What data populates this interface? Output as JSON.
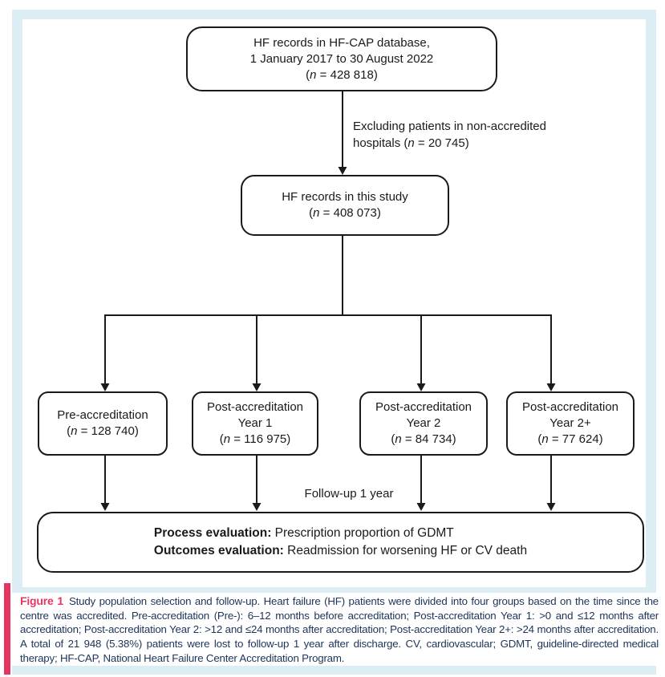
{
  "flowchart": {
    "database_box": {
      "line1": "HF records in HF-CAP database,",
      "line2": "1 January 2017 to 30 August 2022",
      "n_pre": "(",
      "n": "n",
      "n_post": " = 428 818)"
    },
    "exclusion_note": {
      "line1": "Excluding patients in non-accredited",
      "line2_pre": "hospitals (",
      "n": "n",
      "line2_post": " = 20 745)"
    },
    "study_box": {
      "line1": "HF records in this study",
      "n_pre": "(",
      "n": "n",
      "n_post": " = 408 073)"
    },
    "groups": [
      {
        "name": "Pre-accreditation",
        "year": "",
        "n_pre": "(",
        "n": "n",
        "n_post": " = 128 740)"
      },
      {
        "name": "Post-accreditation",
        "year": "Year 1",
        "n_pre": "(",
        "n": "n",
        "n_post": " = 116 975)"
      },
      {
        "name": "Post-accreditation",
        "year": "Year 2",
        "n_pre": "(",
        "n": "n",
        "n_post": " = 84 734)"
      },
      {
        "name": "Post-accreditation",
        "year": "Year 2+",
        "n_pre": "(",
        "n": "n",
        "n_post": " = 77 624)"
      }
    ],
    "followup_label": "Follow-up 1 year",
    "evaluation_box": {
      "process_bold": "Process evaluation:",
      "process_rest": " Prescription proportion of GDMT",
      "outcomes_bold": "Outcomes evaluation:",
      "outcomes_rest": " Readmission for worsening HF or CV death"
    }
  },
  "figure": {
    "caption": {
      "label": "Figure 1",
      "body": "Study population selection and follow-up. Heart failure (HF) patients were divided into four groups based on the time since the centre was accredited. Pre-accreditation (Pre-): 6–12 months before accreditation; Post-accreditation Year 1: >0 and ≤12 months after accreditation; Post-accreditation Year 2: >12 and ≤24 months after accreditation; Post-accreditation Year 2+: >24 months after accreditation. A total of 21 948 (5.38%) patients were lost to follow-up 1 year after discharge. CV, cardiovascular; GDMT, guideline-directed medical therapy; HF-CAP, National Heart Failure Center Accreditation Program."
    }
  },
  "colors": {
    "frame_blue": "#dcedf4",
    "accent_pink": "#e73562",
    "caption_text": "#1d3458",
    "line_black": "#1a1a1a"
  }
}
